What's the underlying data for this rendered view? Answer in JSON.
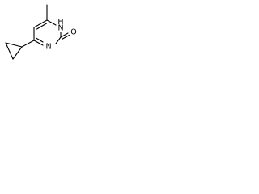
{
  "molecule": {
    "atom_labels": {
      "n_top_symbol": "N",
      "n_top_hydrogen": "H",
      "n_bottom": "N",
      "oxygen": "O"
    },
    "colors": {
      "bonds": "#000000",
      "text": "#000000",
      "background": "#ffffff"
    }
  }
}
